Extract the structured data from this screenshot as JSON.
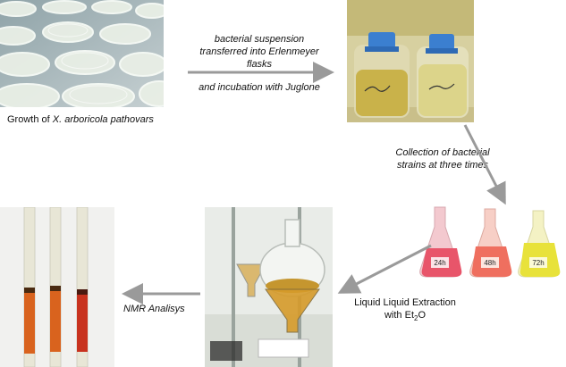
{
  "captions": {
    "growth_prefix": "Growth of ",
    "growth_species": "X. arboricola",
    "growth_suffix": " pathovars",
    "transfer_line1": "bacterial suspension",
    "transfer_line2": "transferred into Erlenmeyer",
    "transfer_line3": "flasks",
    "incubation": "and incubation with Juglone",
    "collection_line1": "Collection of bacterial",
    "collection_line2": "strains at three times",
    "extraction_line1": "Liquid Liquid Extraction",
    "extraction_line2_prefix": "with Et",
    "extraction_sub": "2",
    "extraction_line2_suffix": "O",
    "nmr": "NMR Analisys"
  },
  "flask_labels": [
    "24h",
    "48h",
    "72h"
  ],
  "colors": {
    "arrow": "#9a9a9a",
    "flask_24h": "#e8556a",
    "flask_48h": "#ef6f5f",
    "flask_72h": "#e8e23a",
    "bottle_liquid": "#c9b24a",
    "bottle_cap": "#3b7fd0",
    "nmr_tube_orange": "#d9631e",
    "nmr_tube_red": "#c8321e"
  }
}
